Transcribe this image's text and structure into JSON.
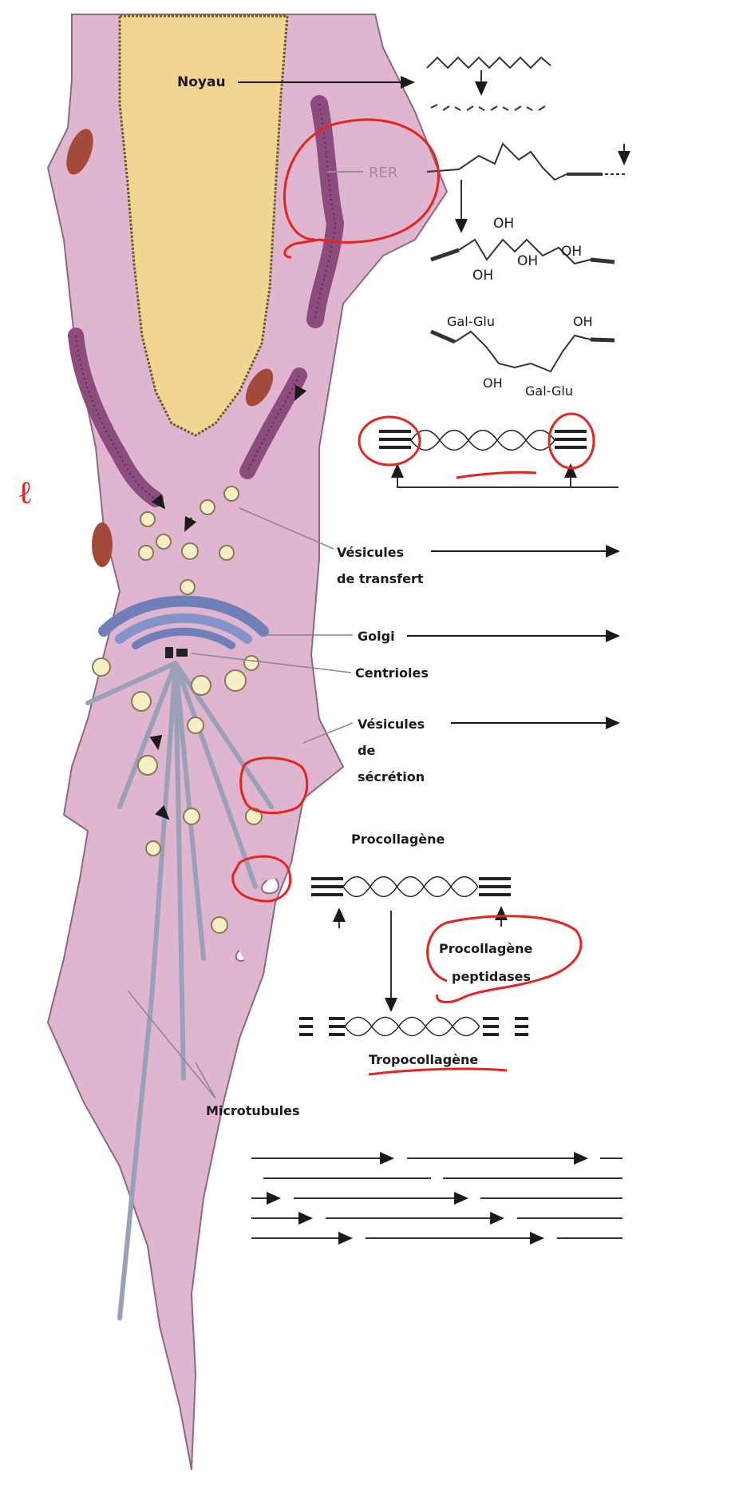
{
  "labels": {
    "noyau": "Noyau",
    "rer": "RER",
    "vesicules_transfert_1": "Vésicules",
    "vesicules_transfert_2": "de transfert",
    "golgi": "Golgi",
    "centrioles": "Centrioles",
    "vesicules_secretion_1": "Vésicules",
    "vesicules_secretion_2": "de",
    "vesicules_secretion_3": "sécrétion",
    "procollagene": "Procollagène",
    "procollagene_peptidases_1": "Procollagène",
    "procollagene_peptidases_2": "peptidases",
    "tropocollagene": "Tropocollagène",
    "microtubules": "Microtubules"
  },
  "chemistry": {
    "oh_1": "OH",
    "oh_2": "OH",
    "oh_3": "OH",
    "oh_4": "OH",
    "gal_glu_1": "Gal-Glu",
    "oh_5": "OH",
    "oh_6": "OH",
    "gal_glu_2": "Gal-Glu"
  },
  "annotations": {
    "handwritten_mark": "ℓ"
  },
  "colors": {
    "cell": "#dfb5cf",
    "cell_edge": "#8a6a80",
    "nucleus": "#f3d592",
    "rer": "#8c4d7e",
    "mitochondria": "#a34a3a",
    "golgi": "#6f7fb8",
    "vesicle": "#f6f0c6",
    "annotation_red": "#e8231c"
  }
}
